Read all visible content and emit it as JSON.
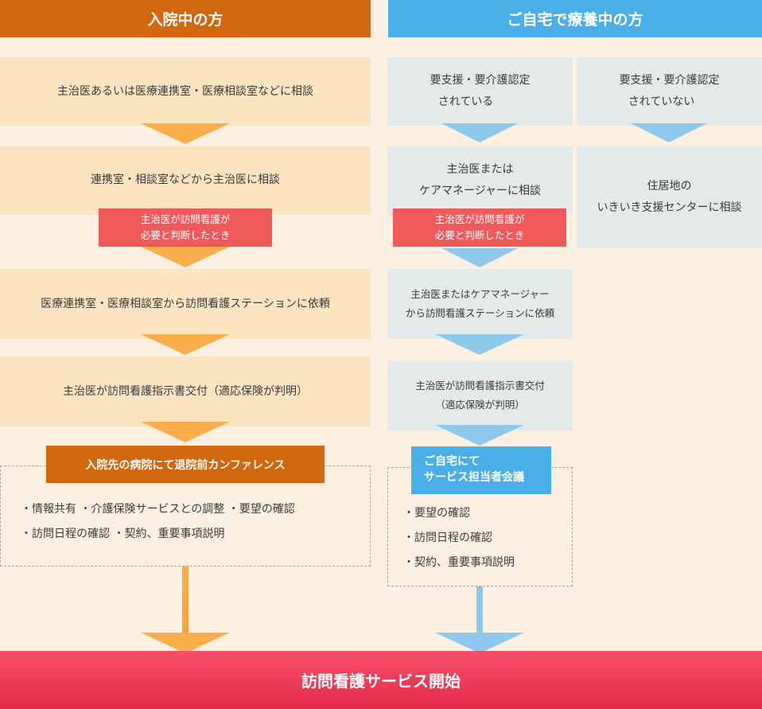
{
  "headers": {
    "left": "入院中の方",
    "right": "ご自宅で療養中の方"
  },
  "left": {
    "step1": "主治医あるいは医療連携室・医療相談室などに相談",
    "step2": "連携室・相談室などから主治医に相談",
    "red_line1": "主治医が訪問看護が",
    "red_line2": "必要と判断したとき",
    "step3": "医療連携室・医療相談室から訪問看護ステーションに依頼",
    "step4": "主治医が訪問看護指示書交付（適応保険が判明）",
    "conference": "入院先の病院にて退院前カンファレンス",
    "bullet1": "・情報共有 ・介護保険サービスとの調整 ・要望の確認",
    "bullet2": "・訪問日程の確認 ・契約、重要事項説明"
  },
  "right": {
    "certified_line1": "要支援・要介護認定",
    "certified_line2": "されている",
    "uncertified_line1": "要支援・要介護認定",
    "uncertified_line2": "されていない",
    "consult_line1": "主治医または",
    "consult_line2": "ケアマネージャーに相談",
    "center_line1": "住居地の",
    "center_line2": "いきいき支援センターに相談",
    "red_line1": "主治医が訪問看護が",
    "red_line2": "必要と判断したとき",
    "request_line1": "主治医またはケアマネージャー",
    "request_line2": "から訪問看護ステーションに依頼",
    "instruction_line1": "主治医が訪問看護指示書交付",
    "instruction_line2": "（適応保険が判明）",
    "meeting_line1": "ご自宅にて",
    "meeting_line2": "サービス担当者会議",
    "bullet1": "・要望の確認",
    "bullet2": "・訪問日程の確認",
    "bullet3": "・契約、重要事項説明"
  },
  "footer": "訪問看護サービス開始",
  "colors": {
    "background": "#fbf0e2",
    "left_accent": "#d3670d",
    "right_accent": "#4aaee8",
    "orange_box": "#fce4c0",
    "gray_box": "#e4eaea",
    "red_badge": "#f2595b",
    "footer": "#e62a4c",
    "orange_arrow": "#fbae4c",
    "blue_arrow": "#8ec9ec"
  }
}
